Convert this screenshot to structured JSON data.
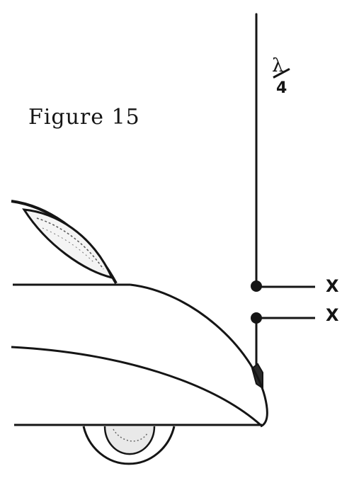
{
  "figure": {
    "title": "Figure 15"
  },
  "antenna": {
    "length_label_numerator": "λ",
    "length_label_denominator": "4"
  },
  "terminals": [
    {
      "label": "X"
    },
    {
      "label": "X"
    }
  ]
}
